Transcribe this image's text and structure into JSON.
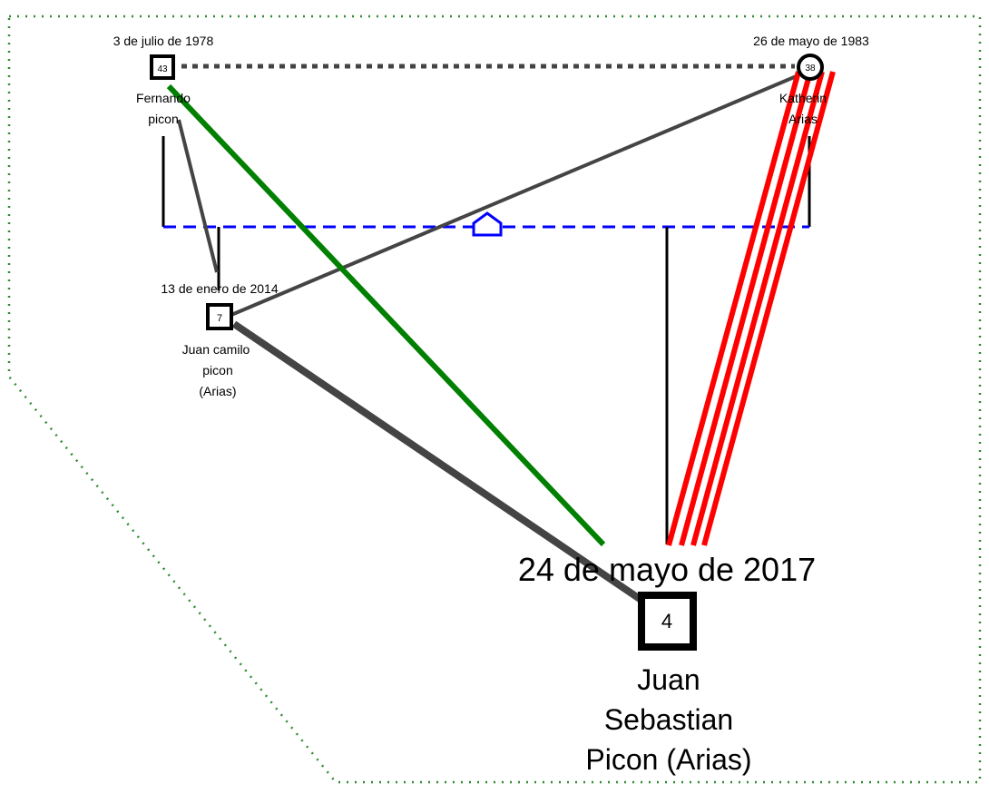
{
  "people": {
    "father": {
      "age": "43",
      "date": "3 de julio de 1978",
      "name_line1": "Fernando",
      "name_line2": "picon"
    },
    "mother": {
      "age": "38",
      "date": "26 de mayo de 1983",
      "name_line1": "Katherin",
      "name_line2": "Arias"
    },
    "child1": {
      "age": "7",
      "date": "13 de enero de 2014",
      "name_line1": "Juan  camilo",
      "name_line2": "picon",
      "name_line3": "(Arias)"
    },
    "child2": {
      "age": "4",
      "date": "24 de mayo de 2017",
      "name_line1": "Juan",
      "name_line2": "Sebastian",
      "name_line3": "Picon (Arias)"
    }
  },
  "relationship_colors": {
    "household_boundary": "#2e8b2e",
    "household_line": "#0000ff",
    "close_bond": "#008000",
    "conflict": "#ff0000",
    "relation": "#444444",
    "separation": "#444444"
  }
}
